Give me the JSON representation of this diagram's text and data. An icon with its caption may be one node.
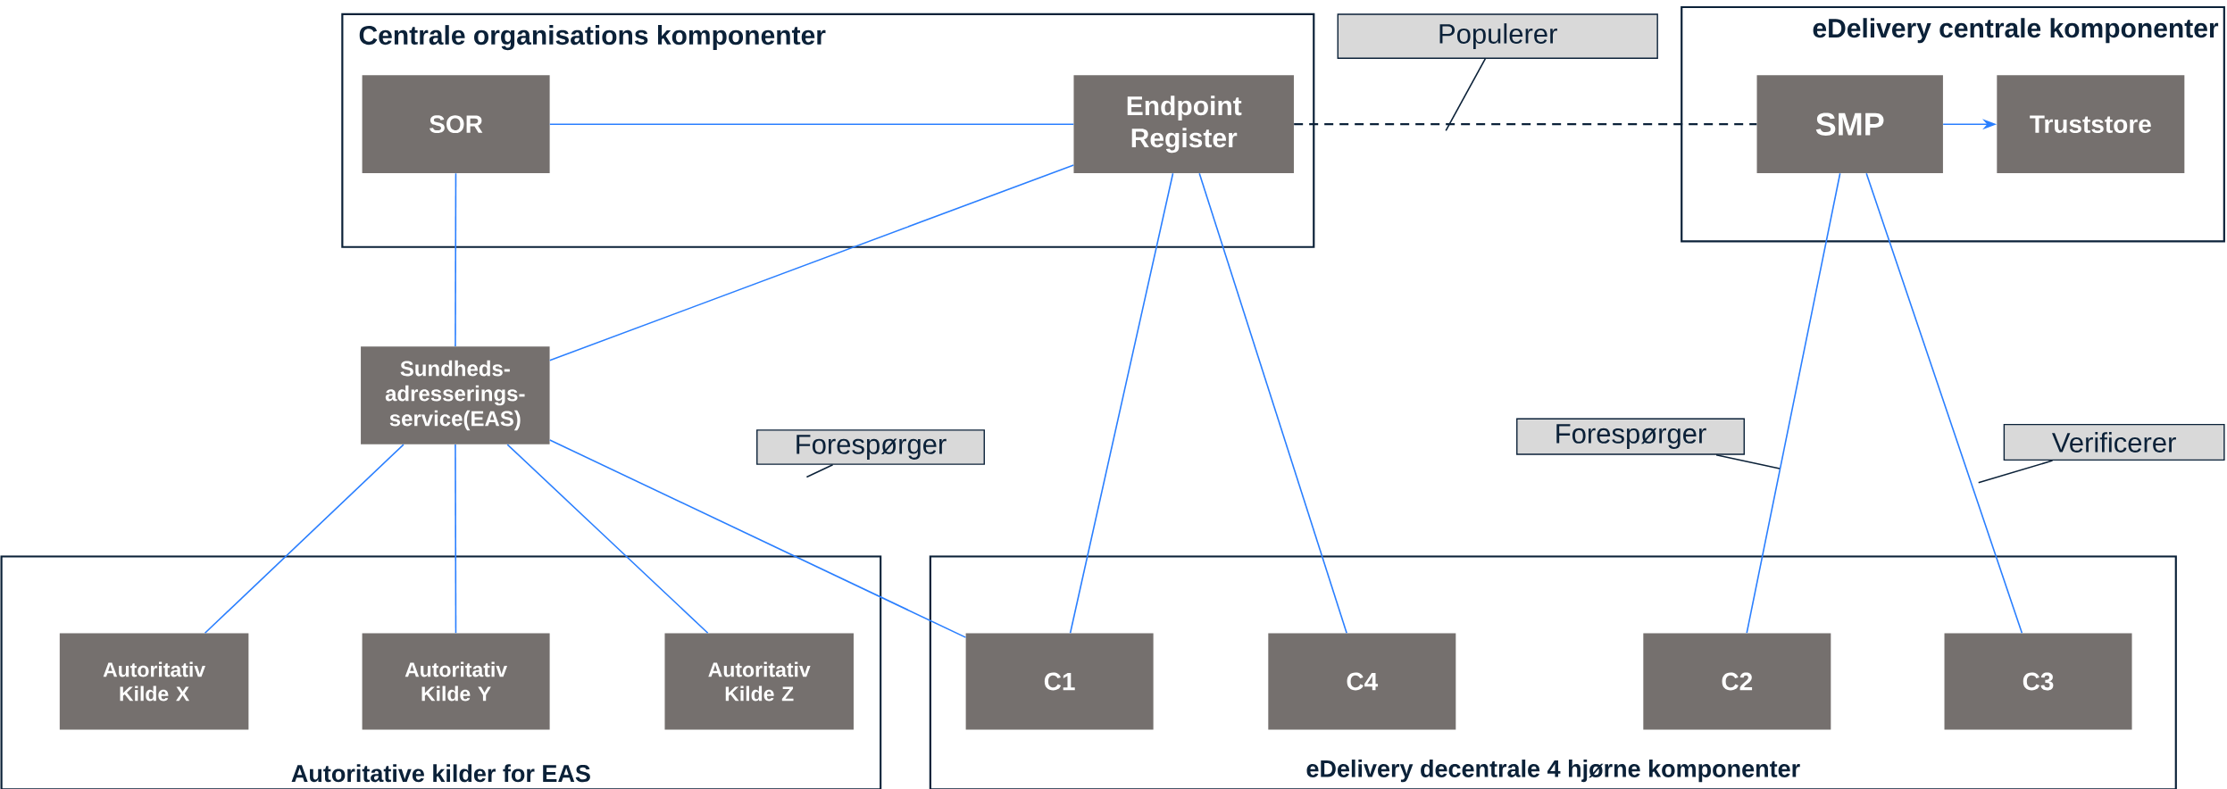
{
  "diagram": {
    "nodes": [
      {
        "text": [
          "Centrale organisations komponenter"
        ]
      },
      {
        "text": [
          "SOR"
        ],
        "in": 0
      },
      {
        "text": [
          "Endpoint Register"
        ],
        "in": 0
      },
      {
        "text": [
          "eDelivery centrale komponenter"
        ]
      },
      {
        "text": [
          "SMP"
        ],
        "in": 3
      },
      {
        "text": [
          "Truststore"
        ],
        "in": 3
      },
      {
        "text": [
          "Sundheds- adresserings- service(EAS)"
        ]
      },
      {
        "text": [
          "Autoritative kilder for EAS"
        ]
      },
      {
        "text": [
          "Autoritativ Kilde X"
        ],
        "in": 7
      },
      {
        "text": [
          "Autoritativ Kilde Y"
        ],
        "in": 7
      },
      {
        "text": [
          "Autoritativ Kilde Z"
        ],
        "in": 7
      },
      {
        "text": [
          "eDelivery decentrale 4 hjørne komponenter"
        ]
      },
      {
        "text": [
          "C1"
        ],
        "in": 11
      },
      {
        "text": [
          "C4"
        ],
        "in": 11
      },
      {
        "text": [
          "C2"
        ],
        "in": 11
      },
      {
        "text": [
          "C3"
        ],
        "in": 11
      },
      {
        "text": [
          "Populerer"
        ]
      },
      {
        "text": [
          "Forespørger"
        ]
      },
      {
        "text": [
          "Forespørger"
        ]
      },
      {
        "text": [
          "Verificerer"
        ]
      }
    ],
    "edges": [
      {
        "from": 1,
        "to": 2,
        "arrow": "none"
      },
      {
        "from": 1,
        "to": 6,
        "arrow": "none"
      },
      {
        "from": 6,
        "to": 2,
        "arrow": "none"
      },
      {
        "from": 2,
        "to": 4,
        "arrow": "none",
        "style": "dashed",
        "color": "#0b2138"
      },
      {
        "from": 4,
        "to": 5,
        "arrow": "to"
      },
      {
        "from": 6,
        "to": 8,
        "arrow": "none"
      },
      {
        "from": 6,
        "to": 9,
        "arrow": "none"
      },
      {
        "from": 6,
        "to": 10,
        "arrow": "none"
      },
      {
        "from": 6,
        "to": 12,
        "arrow": "none"
      },
      {
        "from": 2,
        "to": 12,
        "arrow": "none"
      },
      {
        "from": 2,
        "to": 13,
        "arrow": "none"
      },
      {
        "from": 4,
        "to": 14,
        "arrow": "none"
      },
      {
        "from": 4,
        "to": 15,
        "arrow": "none"
      },
      {
        "from": 16,
        "to": null,
        "arrow": "none",
        "color": "#0b2138"
      },
      {
        "from": 17,
        "to": null,
        "arrow": "none",
        "color": "#0b2138"
      },
      {
        "from": 18,
        "to": null,
        "arrow": "none",
        "color": "#0b2138"
      },
      {
        "from": 19,
        "to": null,
        "arrow": "none",
        "color": "#0b2138"
      }
    ]
  }
}
